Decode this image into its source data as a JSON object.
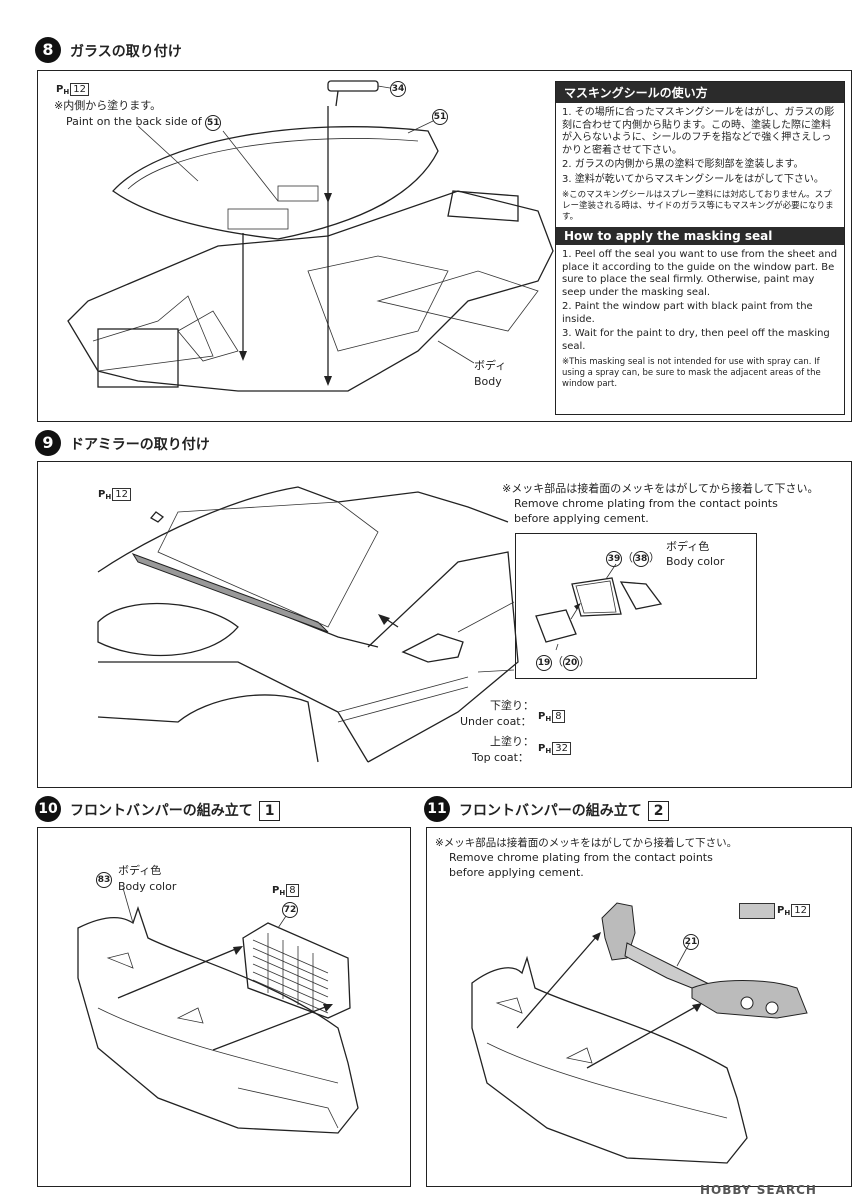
{
  "steps": {
    "s8": {
      "number": "8",
      "title": "ガラスの取り付け"
    },
    "s9": {
      "number": "9",
      "title": "ドアミラーの取り付け"
    },
    "s10": {
      "number": "10",
      "title": "フロントバンパーの組み立て",
      "box": "1"
    },
    "s11": {
      "number": "11",
      "title": "フロントバンパーの組み立て",
      "box": "2"
    }
  },
  "step8": {
    "paint_ref": {
      "p": "P",
      "sub": "H",
      "num": "12"
    },
    "note_jp": "※内側から塗ります。",
    "note_en": "Paint on the back side of",
    "note_part": "51",
    "part_34": "34",
    "part_51": "51",
    "body_jp": "ボディ",
    "body_en": "Body"
  },
  "masking": {
    "title_jp": "マスキングシールの使い方",
    "items_jp": [
      "1. その場所に合ったマスキングシールをはがし、ガラスの彫刻に合わせて内側から貼ります。この時、塗装した際に塗料が入らないように、シールのフチを指などで強く押さえしっかりと密着させて下さい。",
      "2. ガラスの内側から黒の塗料で彫刻部を塗装します。",
      "3. 塗料が乾いてからマスキングシールをはがして下さい。"
    ],
    "note_jp": "※このマスキングシールはスプレー塗料には対応しておりません。スプレー塗装される時は、サイドのガラス等にもマスキングが必要になります。",
    "title_en": "How to apply the masking seal",
    "items_en": [
      "1. Peel off the seal you want to use from the sheet and place it according to the guide on the window part. Be sure to place the seal firmly. Otherwise, paint may seep under the masking seal.",
      "2. Paint the window part with black paint from the inside.",
      "3. Wait for the paint to dry, then peel off the masking seal."
    ],
    "note_en": "※This masking seal is not intended for use with spray can. If using a spray can, be sure to mask the adjacent areas of the window part."
  },
  "step9": {
    "paint_ref": {
      "p": "P",
      "sub": "H",
      "num": "12"
    },
    "chrome_jp": "※メッキ部品は接着面のメッキをはがしてから接着して下さい。",
    "chrome_en1": "Remove chrome plating from the contact points",
    "chrome_en2": "before applying cement.",
    "part_39": "39",
    "part_38": "38",
    "part_19": "19",
    "part_20": "20",
    "body_color_jp": "ボディ色",
    "body_color_en": "Body color",
    "under_jp": "下塗り：",
    "under_en": "Under coat：",
    "under_ref": {
      "p": "P",
      "sub": "H",
      "num": "8"
    },
    "top_jp": "上塗り：",
    "top_en": "Top coat：",
    "top_ref": {
      "p": "P",
      "sub": "H",
      "num": "32"
    }
  },
  "step10": {
    "part_83": "83",
    "body_color_jp": "ボディ色",
    "body_color_en": "Body color",
    "paint_ref": {
      "p": "P",
      "sub": "H",
      "num": "8"
    },
    "part_72": "72"
  },
  "step11": {
    "chrome_jp": "※メッキ部品は接着面のメッキをはがしてから接着して下さい。",
    "chrome_en1": "Remove chrome plating from the contact points",
    "chrome_en2": "before applying cement.",
    "paint_ref": {
      "p": "P",
      "sub": "H",
      "num": "12"
    },
    "swatch_color": "#c8c8c8",
    "part_21": "21"
  },
  "watermark": "HOBBY SEARCH"
}
